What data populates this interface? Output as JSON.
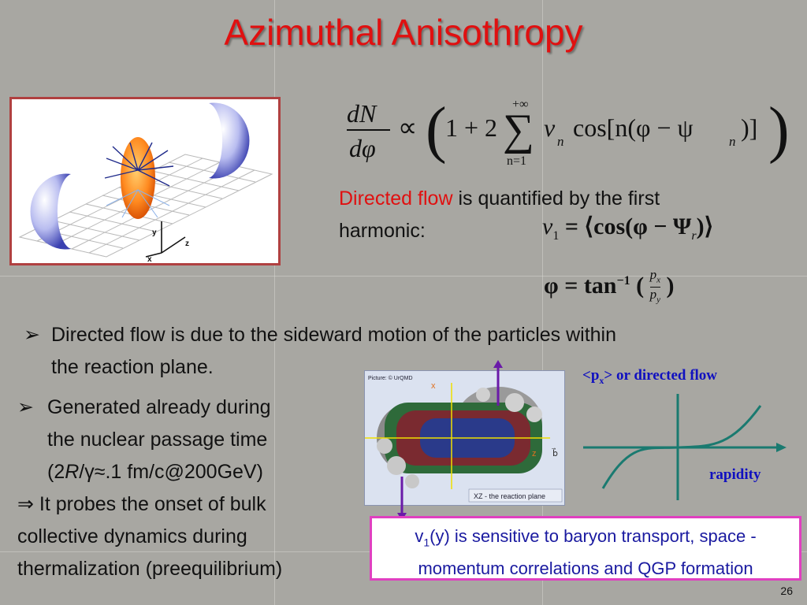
{
  "slide": {
    "title": "Azimuthal Anisothropy",
    "page_number": "26"
  },
  "formulas": {
    "main_lhs_num": "dN",
    "main_lhs_den": "dφ",
    "main_prop": "∝",
    "main_one_plus_two": "1 + 2",
    "sum_top": "+∞",
    "sum_bottom": "n=1",
    "main_term_v": "v",
    "main_term_v_sub": "n",
    "main_term_rest": "cos[n(φ − ψ",
    "main_term_psi_sub": "n",
    "main_term_close": ")]",
    "v1_v": "v",
    "v1_sub": "1",
    "v1_rhs_a": "= ⟨cos(φ − Ψ",
    "v1_psi_sub": "r",
    "v1_rhs_b": ")⟩",
    "phi_lhs": "φ = tan",
    "phi_exp": "−1",
    "phi_open": "(",
    "phi_num": "p",
    "phi_num_sub": "x",
    "phi_den": "p",
    "phi_den_sub": "y",
    "phi_close": ")"
  },
  "directed": {
    "red_part": "Directed flow",
    "rest_line1": " is quantified by the first",
    "line2": "harmonic:"
  },
  "bullets": {
    "b1_line1": "Directed flow is due to the sideward motion of the particles within",
    "b1_line2": "the reaction plane.",
    "b2_line1": "Generated already during",
    "b2_line2": "the nuclear passage time",
    "b2_line3_a": "(2",
    "b2_line3_R": "R",
    "b2_line3_b": "/γ≈.1 fm/c@200GeV)",
    "b3_line1": "⇒ It probes the onset of bulk",
    "b3_line2": "collective dynamics during",
    "b3_line3": "thermalization (preequilibrium)"
  },
  "simulation": {
    "credit": "Picture: © UrQMD",
    "axis_x": "x",
    "axis_z": "z",
    "axis_b": "b⃗",
    "caption": "XZ - the reaction plane"
  },
  "illustration": {
    "axis_y": "y",
    "axis_z": "z",
    "axis_x": "x"
  },
  "flow_plot": {
    "ylabel_a": "<p",
    "ylabel_sub": "x",
    "ylabel_b": "> or directed flow",
    "xlabel": "rapidity"
  },
  "highlight_box": {
    "v": "v",
    "v_sub": "1",
    "line1_rest": "(y) is sensitive to baryon transport, space -",
    "line2": "momentum correlations and QGP formation"
  },
  "colors": {
    "title": "#e01010",
    "background": "#a8a7a2",
    "box_border": "#e040c0",
    "box_text": "#1a1aa0",
    "curve": "#1a7a70",
    "label_blue": "#1010c0"
  }
}
